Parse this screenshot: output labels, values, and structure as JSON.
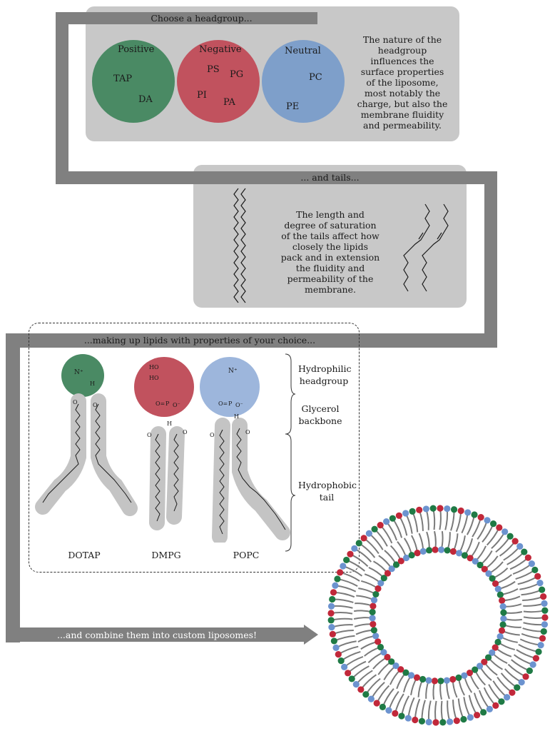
{
  "headgroups": {
    "banner": "Choose a headgroup...",
    "groups": [
      {
        "name": "Positive",
        "color": "#4a8a64",
        "members": [
          "TAP",
          "DA"
        ]
      },
      {
        "name": "Negative",
        "color": "#c1525e",
        "members": [
          "PS",
          "PG",
          "PI",
          "PA"
        ]
      },
      {
        "name": "Neutral",
        "color": "#7e9fca",
        "members": [
          "PC",
          "PE"
        ]
      }
    ],
    "description": "The nature of the headgroup influences the surface properties of the liposome, most notably the charge, but also the membrane fluidity and permeability."
  },
  "tails": {
    "banner": "... and tails...",
    "description": "The length and degree of saturation of the tails affect how closely the lipids pack and in extension the fluidity and permeability of the membrane."
  },
  "lipids": {
    "banner": "...making up lipids with properties of your choice...",
    "names": [
      "DOTAP",
      "DMPG",
      "POPC"
    ],
    "regions": [
      "Hydrophilic headgroup",
      "Glycerol backbone",
      "Hydrophobic tail"
    ],
    "chem": {
      "nplus": "N⁺",
      "h": "H",
      "ho": "HO",
      "o": "O",
      "p": "P",
      "o_minus": "O⁻",
      "o_eq": "O="
    }
  },
  "liposome": {
    "banner": "...and combine them into custom liposomes!",
    "head_colors": [
      "#c1283a",
      "#6c93cf",
      "#1f7a45"
    ],
    "tail_color": "#7a7a7a"
  }
}
